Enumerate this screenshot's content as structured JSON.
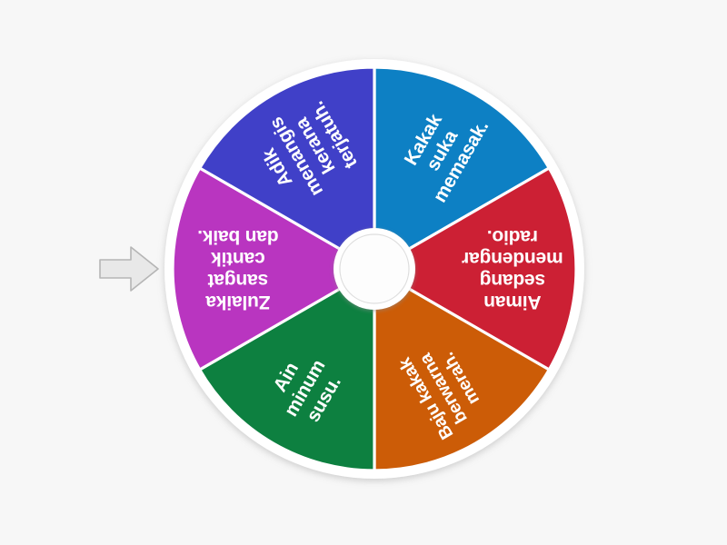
{
  "app": {
    "type": "spinner-wheel",
    "background_color": "#f7f7f7"
  },
  "pointer": {
    "name": "wheel-pointer-arrow",
    "direction": "right",
    "fill_color": "#e8e8e8",
    "stroke_color": "#b5b5b5"
  },
  "wheel": {
    "hub_color": "#ffffff",
    "rim_color": "#ffffff",
    "segment_count": 6,
    "segments": [
      {
        "index": 0,
        "label": "Kakak suka memasak.",
        "lines": [
          "Kakak",
          "suka",
          "memasak."
        ],
        "color": "#0d80c4",
        "color_name": "blue",
        "start_angle": -90,
        "end_angle": -30,
        "flipped": false
      },
      {
        "index": 1,
        "label": "Aiman sedang mendengar radio.",
        "lines": [
          "Aiman",
          "sedang",
          "mendengar",
          "radio."
        ],
        "color": "#cc2034",
        "color_name": "red",
        "start_angle": -30,
        "end_angle": 30,
        "flipped": true
      },
      {
        "index": 2,
        "label": "Baju kakak berwarna merah.",
        "lines": [
          "Baju kakak",
          "berwarna",
          "merah."
        ],
        "color": "#cc5c07",
        "color_name": "orange",
        "start_angle": 30,
        "end_angle": 90,
        "flipped": true
      },
      {
        "index": 3,
        "label": "Ain minum susu.",
        "lines": [
          "Ain",
          "minum",
          "susu."
        ],
        "color": "#0d8040",
        "color_name": "green",
        "start_angle": 90,
        "end_angle": 150,
        "flipped": true
      },
      {
        "index": 4,
        "label": "Zulaika sangat cantik dan baik.",
        "lines": [
          "Zulaika",
          "sangat",
          "cantik",
          "dan baik."
        ],
        "color": "#b935c0",
        "color_name": "magenta",
        "start_angle": 150,
        "end_angle": 210,
        "flipped": false
      },
      {
        "index": 5,
        "label": "Adik menangis kerana terjatuh.",
        "lines": [
          "Adik",
          "menangis",
          "kerana",
          "terjatuh."
        ],
        "color": "#4040c8",
        "color_name": "violet",
        "start_angle": 210,
        "end_angle": 270,
        "flipped": false
      }
    ]
  }
}
